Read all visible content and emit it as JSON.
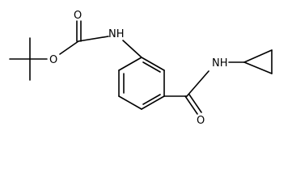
{
  "molecule": {
    "atoms": {
      "nh_left": "NH",
      "o_carbonyl_left": "O",
      "o_ester": "O",
      "nh_right": "NH",
      "o_carbonyl_right": "O"
    }
  },
  "colors": {
    "bond": "#000000",
    "label": "#000000",
    "background": "#ffffff"
  }
}
